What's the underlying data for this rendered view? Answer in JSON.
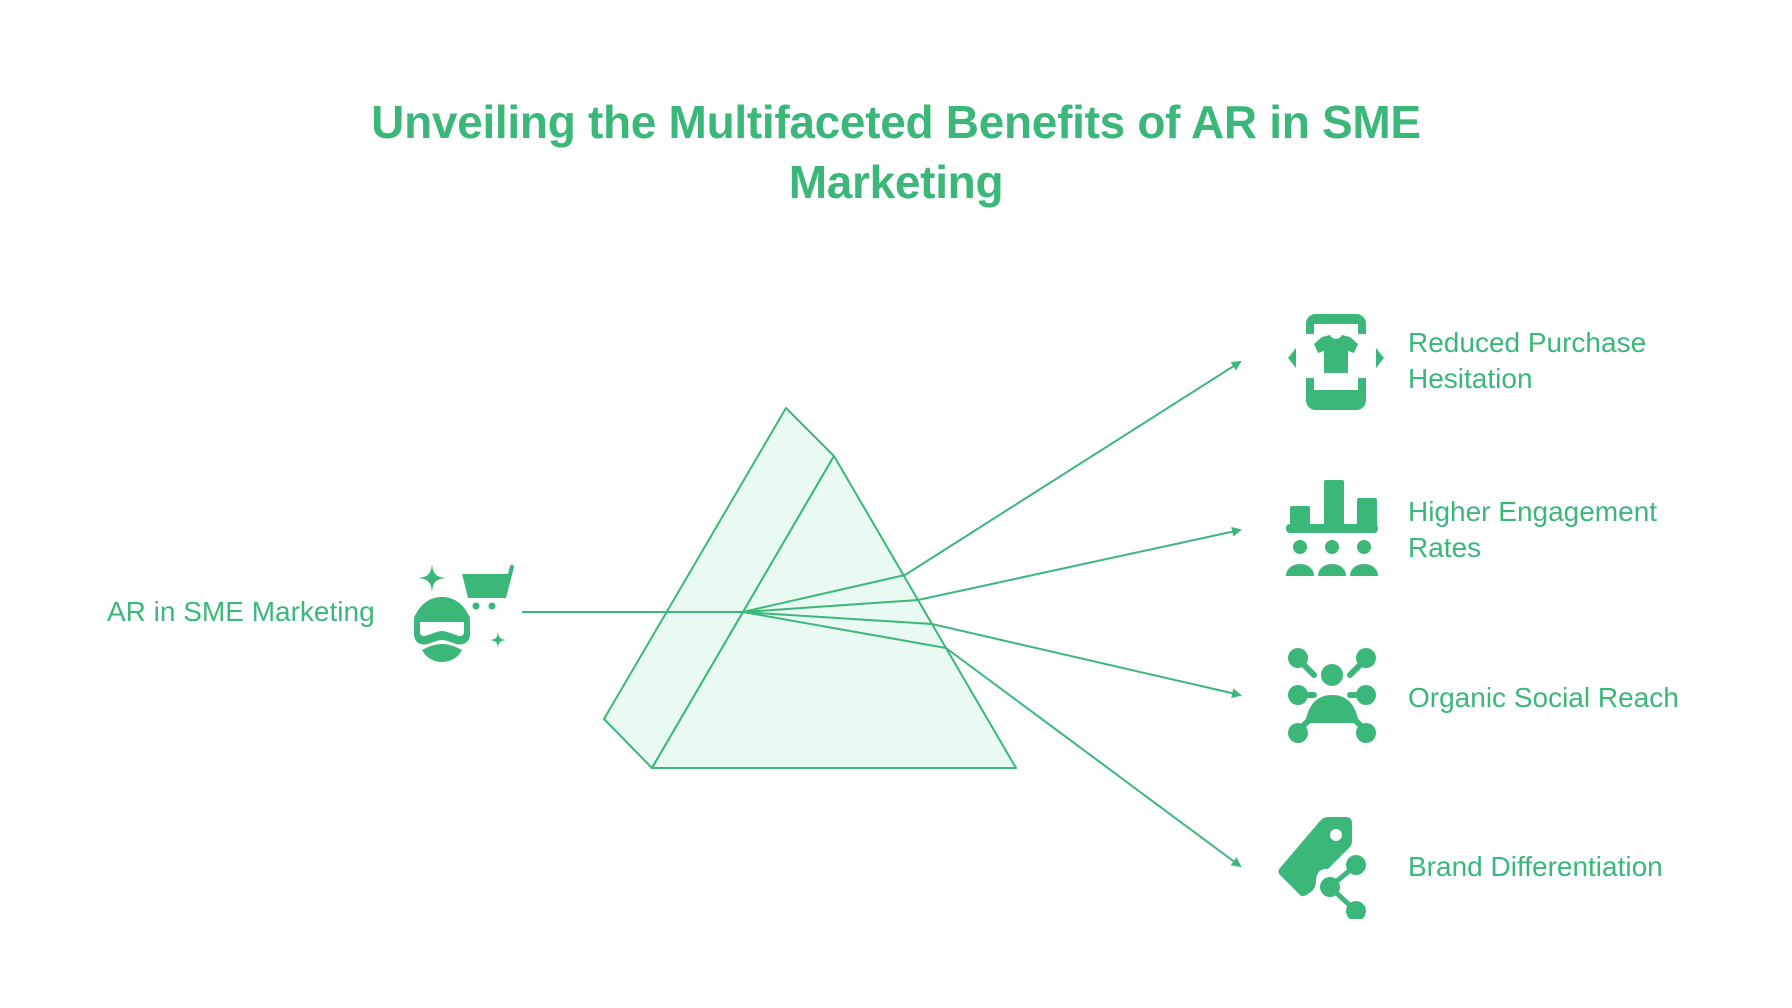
{
  "title": {
    "line1": "Unveiling the Multifaceted Benefits of AR in SME",
    "line2": "Marketing"
  },
  "source": {
    "label": "AR in SME Marketing",
    "icon": "ar-headset-shopping-icon"
  },
  "outputs": [
    {
      "line1": "Reduced Purchase",
      "line2": "Hesitation",
      "icon": "phone-tshirt-ar-icon"
    },
    {
      "line1": "Higher Engagement",
      "line2": "Rates",
      "icon": "bar-chart-audience-icon"
    },
    {
      "line1": "Organic Social Reach",
      "line2": "",
      "icon": "person-network-icon"
    },
    {
      "line1": "Brand Differentiation",
      "line2": "",
      "icon": "tag-share-icon"
    }
  ],
  "colors": {
    "accent": "#3bb77a",
    "prism_fill": "#e9faf2",
    "background": "#ffffff"
  }
}
